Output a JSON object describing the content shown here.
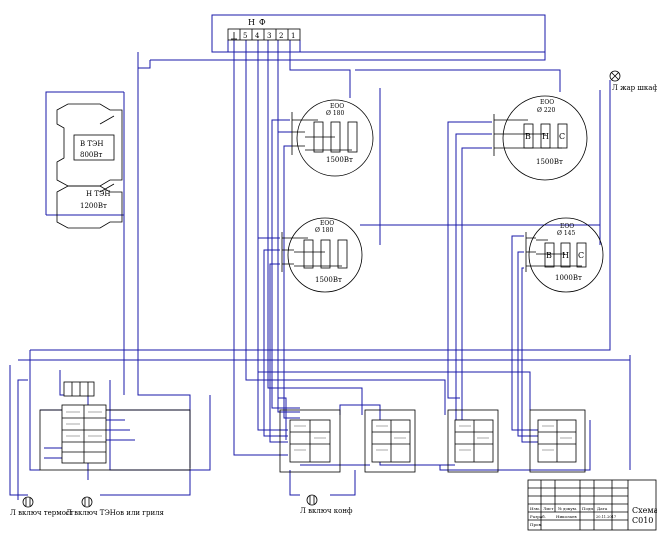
{
  "terminal": {
    "n": "Н",
    "f": "Ф",
    "pins": [
      "5",
      "4",
      "3",
      "2",
      "1"
    ]
  },
  "heaters": {
    "top": {
      "label": "В ТЭН",
      "power": "800Вт"
    },
    "bottom": {
      "label": "Н ТЭН",
      "power": "1200Вт"
    }
  },
  "burners": [
    {
      "id": "b1",
      "model": "ЕОО",
      "diameter": "Ø 180",
      "power": "1500Вт",
      "kind": "resistors"
    },
    {
      "id": "b2",
      "model": "ЕОО",
      "diameter": "Ø 220",
      "power": "1500Вт",
      "kind": "letters"
    },
    {
      "id": "b3",
      "model": "ЕОО",
      "diameter": "Ø 180",
      "power": "1500Вт",
      "kind": "resistors"
    },
    {
      "id": "b4",
      "model": "ЕОО",
      "diameter": "Ø 145",
      "power": "1000Вт",
      "kind": "letters"
    }
  ],
  "coil_letters": [
    "В",
    "Н",
    "С"
  ],
  "lamps": {
    "cabinet": "Л жар шкафа",
    "thermostat": "Л включ термост",
    "heaters_grill": "Л включ ТЭНов или гриля",
    "burner": "Л включ конф"
  },
  "title_block": {
    "title": "Схема",
    "code": "C010",
    "row_labels": [
      "Изм.",
      "Лист",
      "№ докум.",
      "Подп.",
      "Дата"
    ],
    "role_developed": "Разраб.",
    "developer": "Николаев",
    "date": "20.11.2017",
    "role_checked": "Пров."
  }
}
